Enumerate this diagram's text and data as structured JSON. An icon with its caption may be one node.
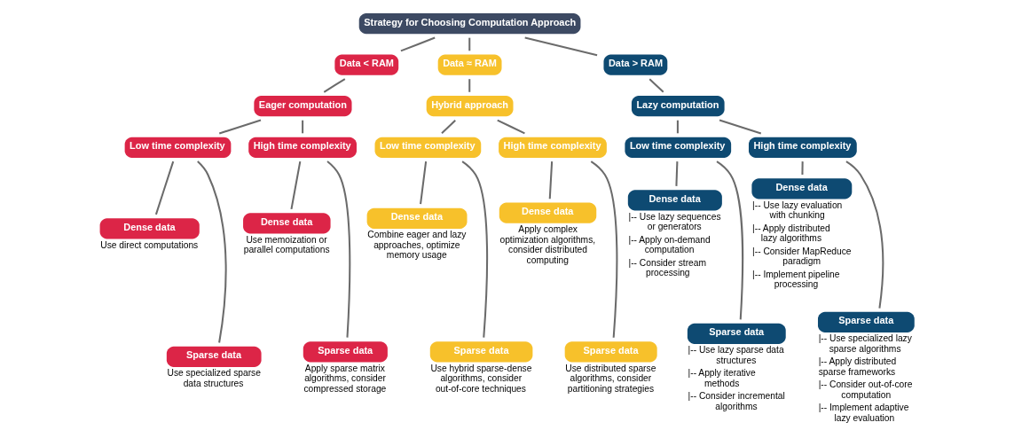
{
  "diagram": {
    "nodes": [
      {
        "text": [
          "Strategy for Choosing Computation Approach"
        ]
      },
      {
        "text": [
          "Data < RAM"
        ]
      },
      {
        "text": [
          "Data ≈ RAM"
        ]
      },
      {
        "text": [
          "Data > RAM"
        ]
      },
      {
        "text": [
          "Eager computation"
        ]
      },
      {
        "text": [
          "Hybrid approach"
        ]
      },
      {
        "text": [
          "Lazy computation"
        ]
      },
      {
        "text": [
          "Low time complexity"
        ]
      },
      {
        "text": [
          "High time complexity"
        ]
      },
      {
        "text": [
          "Dense data"
        ],
        "beside": [
          "Use direct computations"
        ]
      },
      {
        "text": [
          "Sparse data"
        ],
        "beside": [
          "Use specialized sparse data structures"
        ]
      },
      {
        "text": [
          "Dense data"
        ],
        "beside": [
          "Use memoization or parallel computations"
        ]
      },
      {
        "text": [
          "Sparse data"
        ],
        "beside": [
          "Apply sparse matrix algorithms, consider compressed storage"
        ]
      },
      {
        "text": [
          "Low time complexity"
        ]
      },
      {
        "text": [
          "High time complexity"
        ]
      },
      {
        "text": [
          "Dense data"
        ],
        "beside": [
          "Combine eager and lazy approaches, optimize memory usage"
        ]
      },
      {
        "text": [
          "Sparse data"
        ],
        "beside": [
          "Use hybrid sparse-dense algorithms, consider out-of-core techniques"
        ]
      },
      {
        "text": [
          "Dense data"
        ],
        "beside": [
          "Apply complex optimization algorithms, consider distributed computing"
        ]
      },
      {
        "text": [
          "Sparse data"
        ],
        "beside": [
          "Use distributed sparse algorithms, consider partitioning strategies"
        ]
      },
      {
        "text": [
          "Low time complexity"
        ]
      },
      {
        "text": [
          "High time complexity"
        ]
      },
      {
        "text": [
          "Dense data"
        ],
        "beside": [
          "|-- Use lazy sequences or generators",
          "|-- Apply on-demand computation",
          "|-- Consider stream processing"
        ]
      },
      {
        "text": [
          "Sparse data"
        ],
        "beside": [
          "|-- Use lazy sparse data structures",
          "|-- Apply iterative methods",
          "|-- Consider incremental algorithms"
        ]
      },
      {
        "text": [
          "Dense data"
        ],
        "beside": [
          "|-- Use lazy evaluation with chunking",
          "|-- Apply distributed lazy algorithms",
          "|-- Consider MapReduce paradigm",
          "|-- Implement pipeline processing"
        ]
      },
      {
        "text": [
          "Sparse data"
        ],
        "beside": [
          "|-- Use specialized lazy sparse algorithms",
          "|-- Apply distributed sparse frameworks",
          "|-- Consider out-of-core computation",
          "|-- Implement adaptive lazy evaluation"
        ]
      }
    ],
    "edges": [
      {
        "from": 0,
        "to": 1,
        "arrow": "none"
      },
      {
        "from": 0,
        "to": 2,
        "arrow": "none"
      },
      {
        "from": 0,
        "to": 3,
        "arrow": "none"
      },
      {
        "from": 1,
        "to": 4,
        "arrow": "none"
      },
      {
        "from": 2,
        "to": 5,
        "arrow": "none"
      },
      {
        "from": 3,
        "to": 6,
        "arrow": "none"
      },
      {
        "from": 4,
        "to": 7,
        "arrow": "none"
      },
      {
        "from": 4,
        "to": 8,
        "arrow": "none"
      },
      {
        "from": 7,
        "to": 9,
        "arrow": "none"
      },
      {
        "from": 7,
        "to": 10,
        "arrow": "none"
      },
      {
        "from": 8,
        "to": 11,
        "arrow": "none"
      },
      {
        "from": 8,
        "to": 12,
        "arrow": "none"
      },
      {
        "from": 5,
        "to": 13,
        "arrow": "none"
      },
      {
        "from": 5,
        "to": 14,
        "arrow": "none"
      },
      {
        "from": 13,
        "to": 15,
        "arrow": "none"
      },
      {
        "from": 13,
        "to": 16,
        "arrow": "none"
      },
      {
        "from": 14,
        "to": 17,
        "arrow": "none"
      },
      {
        "from": 14,
        "to": 18,
        "arrow": "none"
      },
      {
        "from": 6,
        "to": 19,
        "arrow": "none"
      },
      {
        "from": 6,
        "to": 20,
        "arrow": "none"
      },
      {
        "from": 19,
        "to": 21,
        "arrow": "none"
      },
      {
        "from": 19,
        "to": 22,
        "arrow": "none"
      },
      {
        "from": 20,
        "to": 23,
        "arrow": "none"
      },
      {
        "from": 20,
        "to": 24,
        "arrow": "none"
      }
    ]
  }
}
